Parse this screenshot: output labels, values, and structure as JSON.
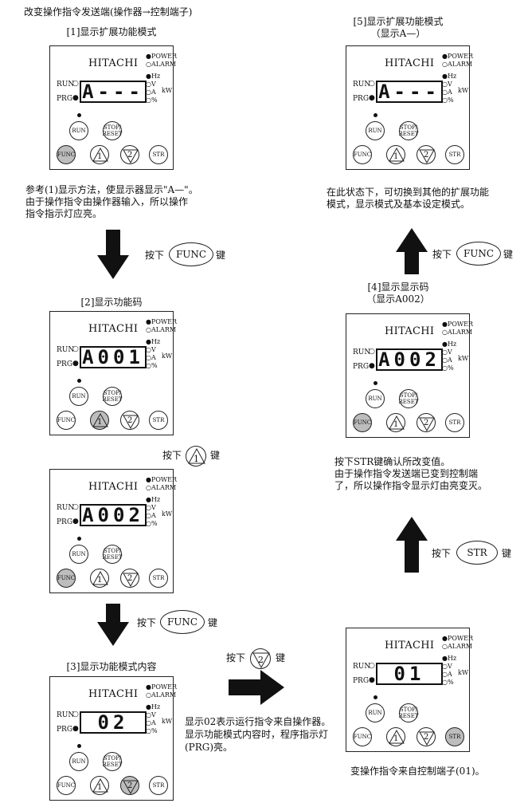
{
  "header": {
    "title": "改变操作指令发送端(操作器→控制端子)"
  },
  "step1": {
    "caption": "[1]显示扩展功能模式"
  },
  "step1_note": {
    "line1": "参考(1)显示方法，使显示器显示\"A—\"。",
    "line2": "由于操作指令由操作器输入，所以操作",
    "line3": "指令指示灯应亮。"
  },
  "step2": {
    "caption": "[2]显示功能码"
  },
  "step3": {
    "caption": "[3]显示功能模式内容"
  },
  "step3_note": {
    "line1": "显示02表示运行指令来自操作器。",
    "line2": "显示功能模式内容时，程序指示灯",
    "line3": "(PRG)亮。"
  },
  "step4": {
    "caption1": "[4]显示显示码",
    "caption2": "（显示A002）"
  },
  "step4_note": {
    "line1": "按下STR键确认所改变值。",
    "line2": "由于操作指令发送端已变到控制端",
    "line3": "了，所以操作指令显示灯由亮变灭。"
  },
  "step5": {
    "caption1": "[5]显示扩展功能模式",
    "caption2": "（显示A—）"
  },
  "step5_note": {
    "line1": "在此状态下，可切换到其他的扩展功能",
    "line2": "模式，显示模式及基本设定模式。"
  },
  "result_note": {
    "line1": "变操作指令来自控制端子(01)。"
  },
  "actions": {
    "press": "按下",
    "key": "键",
    "func": "FUNC",
    "str": "STR",
    "up_num": "1",
    "down_num": "2"
  },
  "panel_labels": {
    "brand": "HITACHI",
    "power": "●POWER",
    "alarm": "○ALARM",
    "hz": "●Hz",
    "v": "○V",
    "a": "○A",
    "pct": "○%",
    "kw": "kW",
    "run_led": "RUN",
    "prg_led": "PRG",
    "run_btn": "RUN",
    "stop_btn": "STOP/\nRESET",
    "func_btn": "FUNC",
    "str_btn": "STR"
  },
  "displays": {
    "p1": "A---",
    "p2": "A001",
    "p3": "A002",
    "p4": "02",
    "p5": "A---",
    "p6": "A002",
    "p7": "01"
  }
}
